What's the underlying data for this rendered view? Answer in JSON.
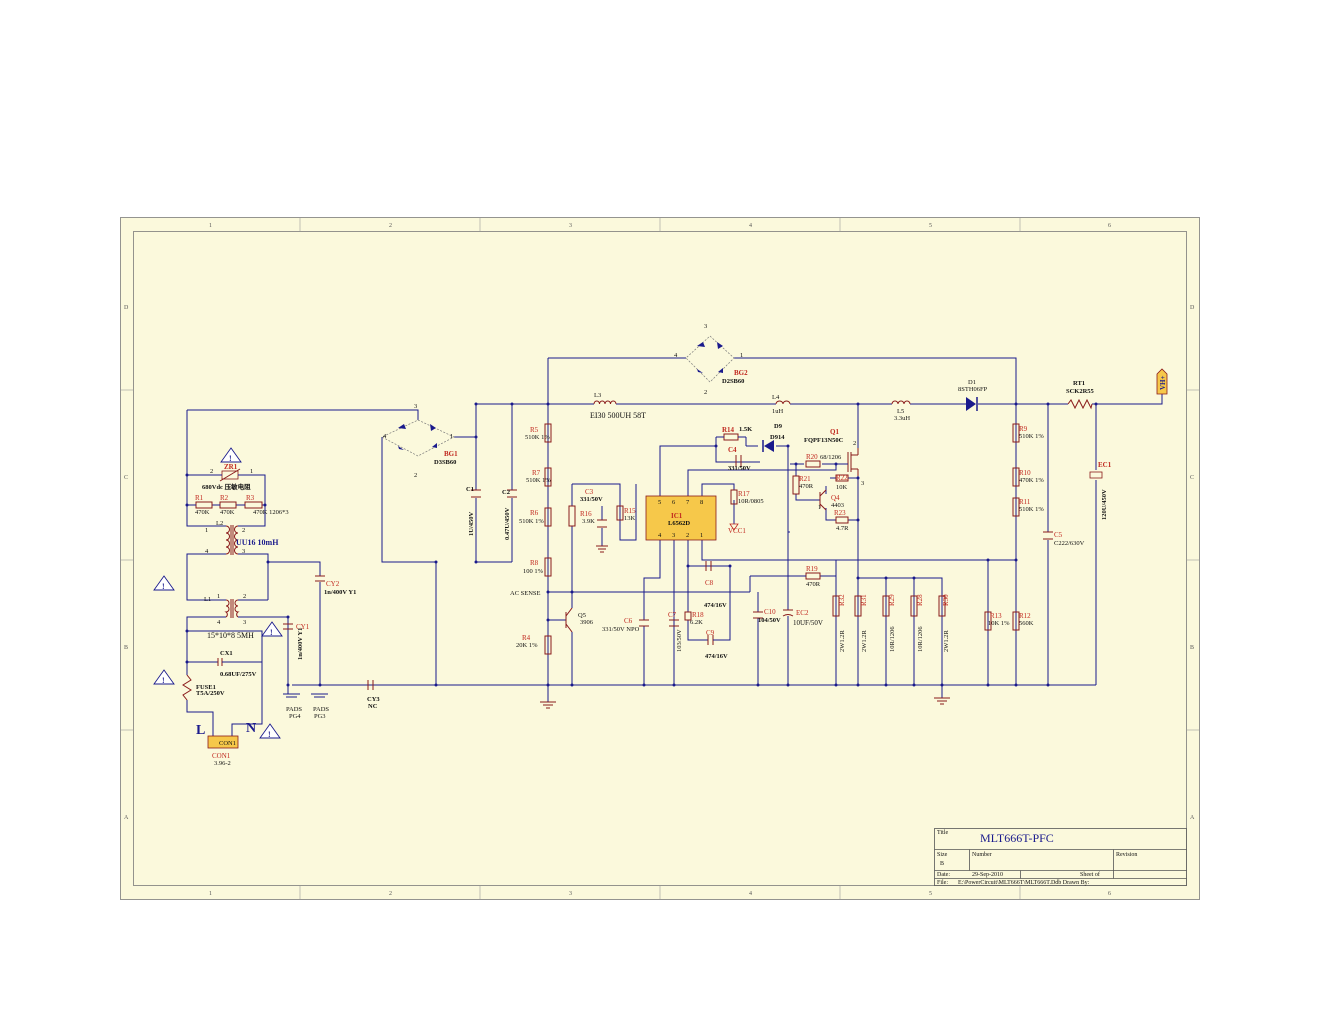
{
  "title_block": {
    "title_label": "Title",
    "title": "MLT666T-PFC",
    "size_label": "Size",
    "size": "B",
    "number_label": "Number",
    "revision_label": "Revision",
    "date_label": "Date:",
    "date": "29-Sep-2010",
    "sheet_label": "Sheet    of",
    "file_label": "File:",
    "file": "E:\\PowerCircuit\\MLT666T\\MLT666T.Ddb Drawn By:"
  },
  "zones": {
    "columns": [
      "1",
      "2",
      "3",
      "4",
      "5",
      "6"
    ],
    "rows": [
      "D",
      "C",
      "B",
      "A"
    ]
  },
  "input": {
    "L": "L",
    "N": "N"
  },
  "components": {
    "CON1": {
      "ref": "CON1",
      "value": "3.96-2"
    },
    "FUSE1": {
      "ref": "FUSE1",
      "value": "T5A/250V"
    },
    "CX1": {
      "ref": "CX1",
      "value": "0.68UF/275V"
    },
    "L1": {
      "ref": "L1",
      "value": "15*10*8 5MH"
    },
    "L2": {
      "ref": "L2",
      "value": "UU16 10mH"
    },
    "CY1": {
      "ref": "CY1",
      "value": "1n/400V Y1"
    },
    "CY2": {
      "ref": "CY2",
      "value": "1n/400V Y1"
    },
    "CY3": {
      "ref": "CY3",
      "value": "NC"
    },
    "ZR1": {
      "ref": "ZR1",
      "value": "680Vdc 压敏电阻"
    },
    "R1": {
      "ref": "R1",
      "value": "470K"
    },
    "R2": {
      "ref": "R2",
      "value": "470K"
    },
    "R3": {
      "ref": "R3",
      "value": "470K 1206*3"
    },
    "PG4": {
      "ref": "PADS",
      "value": "PG4"
    },
    "PG3": {
      "ref": "PADS",
      "value": "PG3"
    },
    "BG1": {
      "ref": "BG1",
      "value": "D3SB60"
    },
    "BG2": {
      "ref": "BG2",
      "value": "D2SB60"
    },
    "C1": {
      "ref": "C1",
      "value": "1U/450V"
    },
    "C2": {
      "ref": "C2",
      "value": "0.47U/450V"
    },
    "L3": {
      "ref": "L3",
      "value": "EI30 500UH 58T"
    },
    "L4": {
      "ref": "L4",
      "value": "1uH"
    },
    "L5": {
      "ref": "L5",
      "value": "3.3uH"
    },
    "D1": {
      "ref": "D1",
      "value": "8STH06FP"
    },
    "RT1": {
      "ref": "RT1",
      "value": "SCK2R55"
    },
    "VH": {
      "ref": "VH+"
    },
    "R5": {
      "ref": "R5",
      "value": "510K 1%"
    },
    "R7": {
      "ref": "R7",
      "value": "510K 1%"
    },
    "R6": {
      "ref": "R6",
      "value": "510K 1%"
    },
    "R8": {
      "ref": "R8",
      "value": "100 1%"
    },
    "AC_SENSE": {
      "value": "AC SENSE"
    },
    "R4": {
      "ref": "R4",
      "value": "20K 1%"
    },
    "Q5": {
      "ref": "Q5",
      "value": "3906"
    },
    "C3": {
      "ref": "C3",
      "value": "331/50V"
    },
    "R16": {
      "ref": "R16",
      "value": "3.9K"
    },
    "R15": {
      "ref": "R15",
      "value": "13K"
    },
    "IC1": {
      "ref": "IC1",
      "value": "L6562D",
      "pins_top": [
        "5",
        "6",
        "7",
        "8"
      ],
      "pins_bottom": [
        "4",
        "3",
        "2",
        "1"
      ]
    },
    "R14": {
      "ref": "R14",
      "value": "1.5K"
    },
    "C4": {
      "ref": "C4",
      "value": "331/50V"
    },
    "D9": {
      "ref": "D9",
      "value": "D914"
    },
    "R17": {
      "ref": "R17",
      "value": "10R/0805"
    },
    "VCC1": {
      "value": "VCC1"
    },
    "Q1": {
      "ref": "Q1",
      "value": "FQPF13N50C"
    },
    "R20": {
      "ref": "R20",
      "value": "68/1206"
    },
    "R21": {
      "ref": "R21",
      "value": "470R"
    },
    "R22": {
      "ref": "R22",
      "value": "10K"
    },
    "Q4": {
      "ref": "Q4",
      "value": "4403"
    },
    "R23": {
      "ref": "R23",
      "value": "4.7R"
    },
    "C6": {
      "ref": "C6",
      "value": "331/50V NPO"
    },
    "C7": {
      "ref": "C7",
      "value": "103/50V"
    },
    "C8": {
      "ref": "C8",
      "value": "474/16V"
    },
    "R18": {
      "ref": "R18",
      "value": "6.2K"
    },
    "C9": {
      "ref": "C9",
      "value": "474/16V"
    },
    "C10": {
      "ref": "C10",
      "value": "104/50V"
    },
    "EC2": {
      "ref": "EC2",
      "value": "10UF/50V"
    },
    "R19": {
      "ref": "R19",
      "value": "470R"
    },
    "R32": {
      "ref": "R32",
      "value": "2W1.2R"
    },
    "R31": {
      "ref": "R31",
      "value": "2W1.2R"
    },
    "R29": {
      "ref": "R29",
      "value": "10R/1206"
    },
    "R28": {
      "ref": "R28",
      "value": "10R/1206"
    },
    "R30": {
      "ref": "R30",
      "value": "2W1.2R"
    },
    "R13": {
      "ref": "R13",
      "value": "10K 1%"
    },
    "R9": {
      "ref": "R9",
      "value": "510K 1%"
    },
    "R10": {
      "ref": "R10",
      "value": "470K 1%"
    },
    "R11": {
      "ref": "R11",
      "value": "510K 1%"
    },
    "R12": {
      "ref": "R12",
      "value": "560K"
    },
    "C5": {
      "ref": "C5",
      "value": "C222/630V"
    },
    "EC1": {
      "ref": "EC1",
      "value": "120U/450V"
    }
  },
  "pin_numbers": {
    "bg1": [
      "1",
      "2",
      "3",
      "4"
    ],
    "bg2": [
      "1",
      "2",
      "3",
      "4"
    ],
    "l2": [
      "1",
      "2",
      "3",
      "4"
    ],
    "l1": [
      "1",
      "2",
      "3",
      "4"
    ],
    "zr1": [
      "1",
      "2"
    ],
    "q": [
      "1",
      "2",
      "3"
    ]
  },
  "warning_mark": "!",
  "colors": {
    "paper": "#fbf9dc",
    "wire": "#1a1a8c",
    "component": "#8a1a1a",
    "ref_designator": "#c0271e",
    "warning_fill": "#ffffff"
  }
}
